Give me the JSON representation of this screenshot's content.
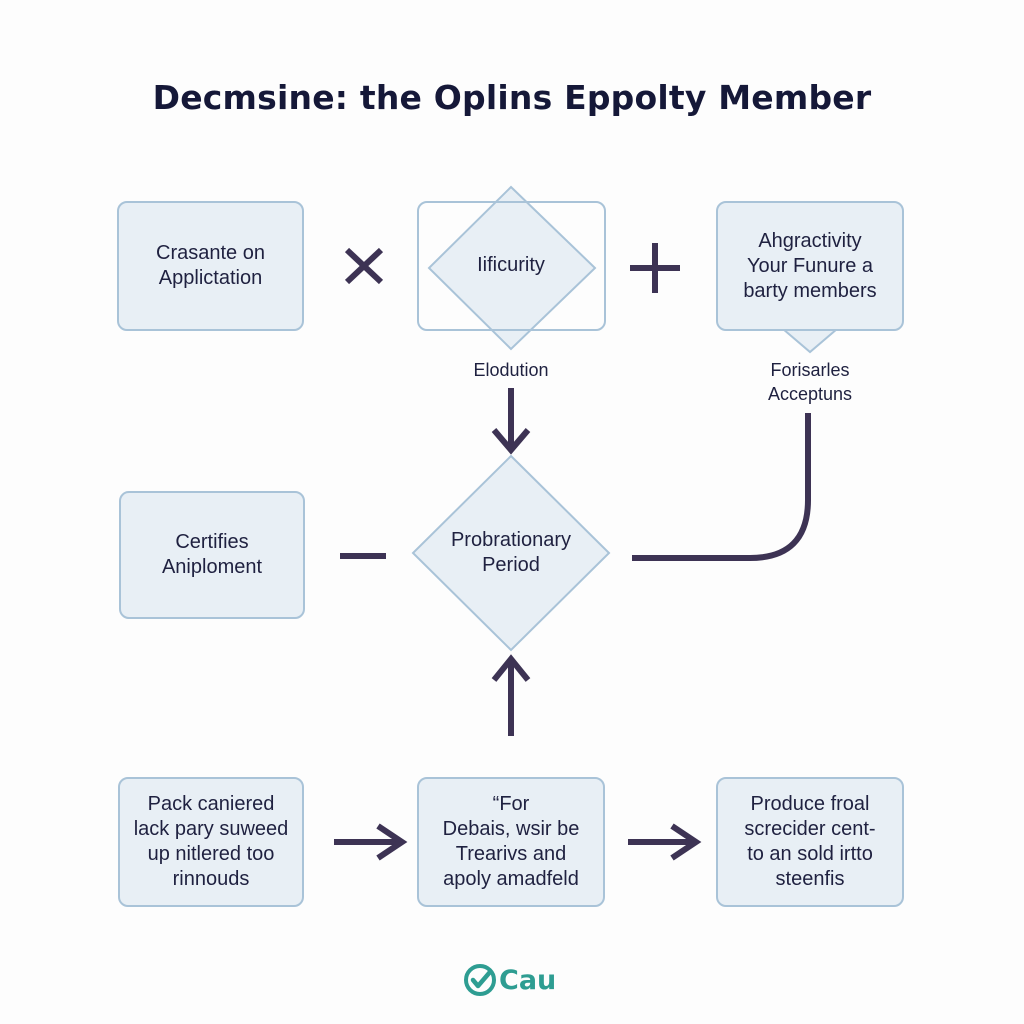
{
  "title": "Decmsine: the Oplins Eppolty Member",
  "nodes": {
    "crasante": "Crasante on\nApplictation",
    "ificurity": "Iificurity",
    "ahgractivity": "Ahgractivity\nYour Funure a\nbarty members",
    "certifies": "Certifies\nAniploment",
    "probationary": "Probrationary\nPeriod",
    "pack": "Pack caniered\nlack pary suweed\nup nitlered too\nrinnouds",
    "debais": "“For\nDebais, wsir be\nTrearivs and\napoly amadfeld",
    "produce": "Produce froal\nscrecider cent-\nto an sold irtto\nsteenfis"
  },
  "labels": {
    "elodution": "Elodution",
    "forisarles": "Forisarles\nAcceptuns"
  },
  "operators": {
    "cross": "×",
    "plus": "+",
    "minus": "−"
  },
  "logo": {
    "text": "Cau",
    "icon": "check-circle-icon"
  },
  "colors": {
    "box_fill": "#e8eff5",
    "box_border": "#a9c3d8",
    "arrow": "#3d3354",
    "text": "#1f2140",
    "logo": "#2e9d92"
  }
}
